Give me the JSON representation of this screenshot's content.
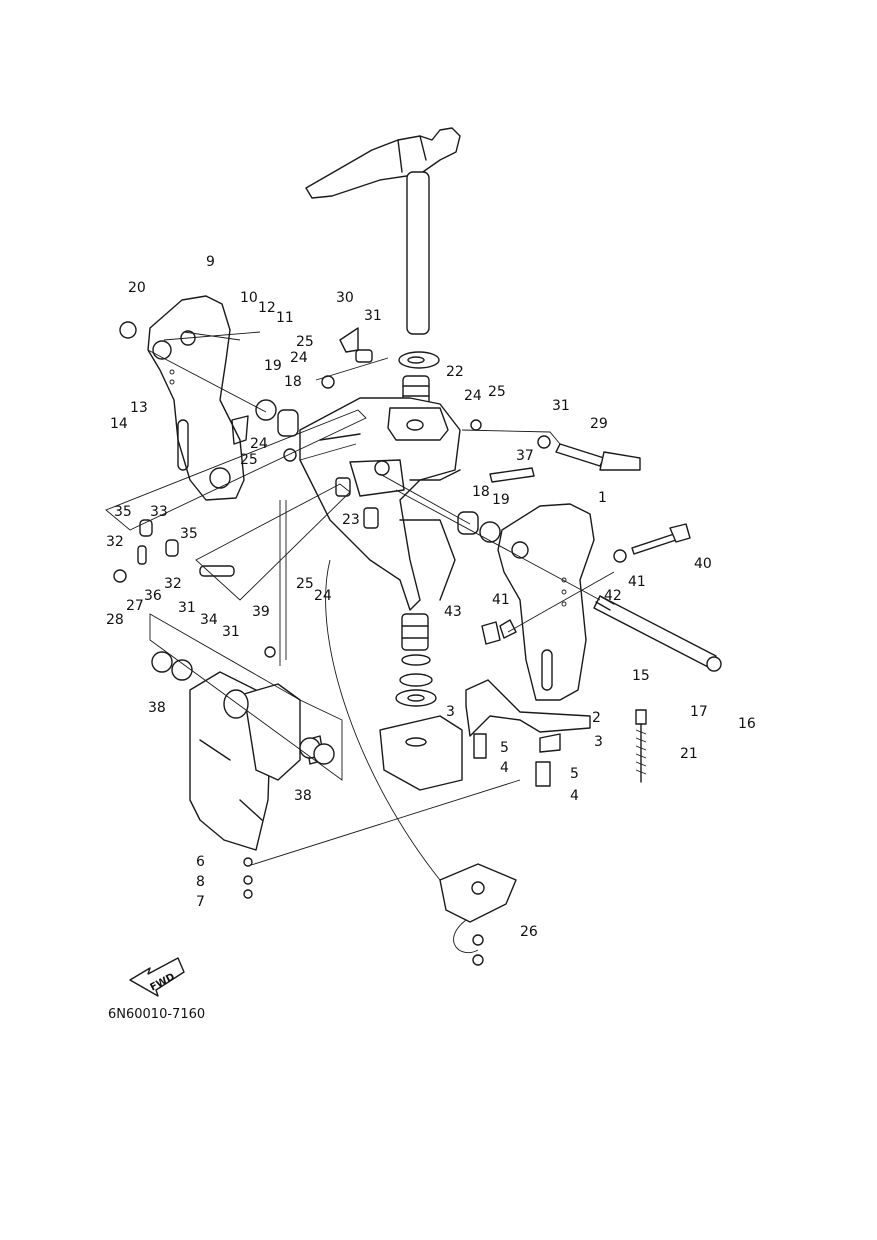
{
  "diagram": {
    "code": "6N60010-7160",
    "fwd_label": "FWD",
    "callouts": [
      "1",
      "2",
      "3",
      "3",
      "4",
      "4",
      "5",
      "5",
      "6",
      "7",
      "8",
      "9",
      "10",
      "11",
      "12",
      "13",
      "14",
      "15",
      "16",
      "17",
      "18",
      "18",
      "19",
      "19",
      "20",
      "21",
      "22",
      "23",
      "24",
      "24",
      "24",
      "24",
      "25",
      "25",
      "25",
      "25",
      "26",
      "27",
      "28",
      "29",
      "30",
      "31",
      "31",
      "31",
      "31",
      "32",
      "32",
      "33",
      "34",
      "35",
      "35",
      "36",
      "37",
      "38",
      "38",
      "39",
      "40",
      "41",
      "41",
      "42",
      "43"
    ]
  }
}
